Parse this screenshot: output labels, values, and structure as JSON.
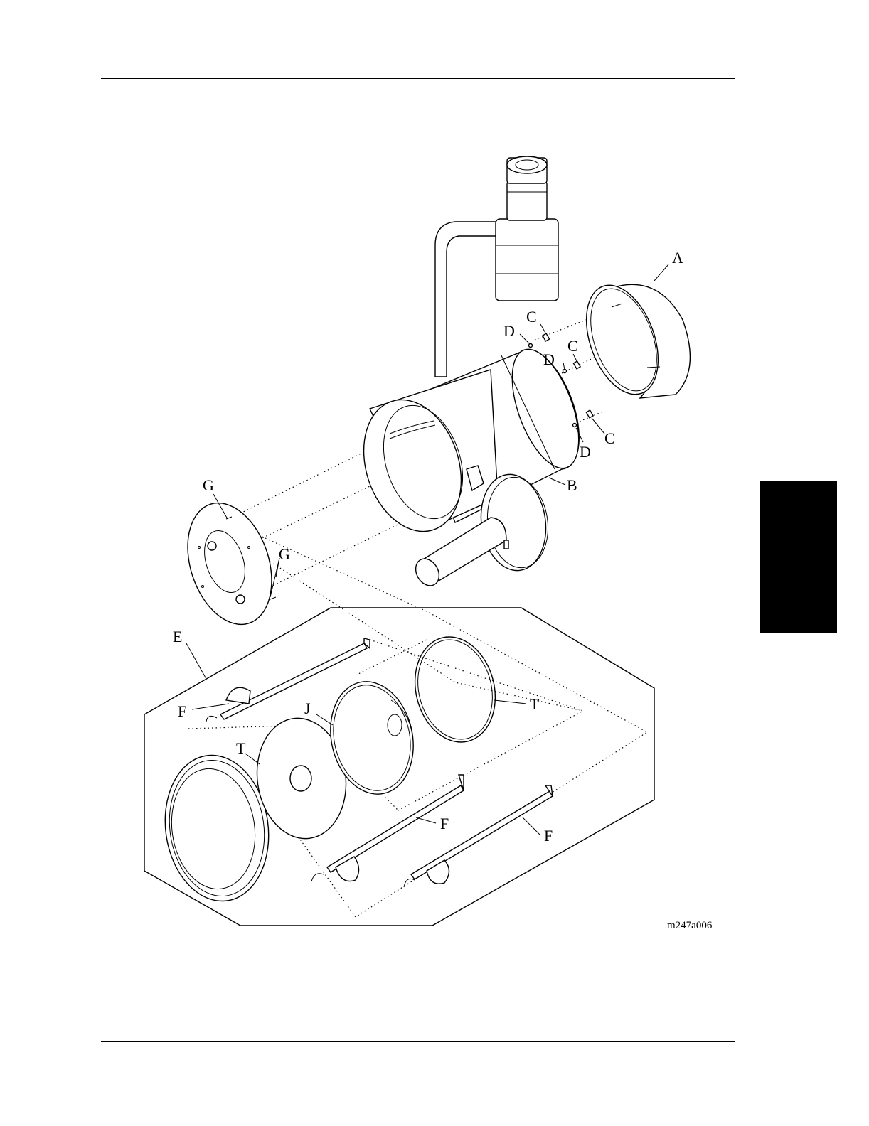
{
  "callouts": {
    "a": "A",
    "b": "B",
    "c1": "C",
    "c2": "C",
    "c3": "C",
    "d1": "D",
    "d2": "D",
    "d3": "D",
    "e": "E",
    "f1": "F",
    "f2": "F",
    "f3": "F",
    "g1": "G",
    "g2": "G",
    "j": "J",
    "t1": "T",
    "t2": "T"
  },
  "figure_id": "m247a006",
  "colors": {
    "ink": "#000000",
    "paper": "#ffffff",
    "section_tab": "#000000"
  }
}
